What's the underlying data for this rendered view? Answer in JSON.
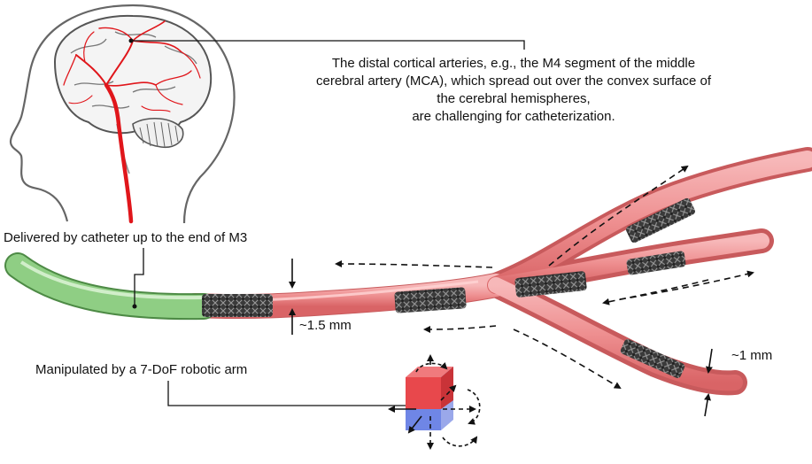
{
  "description": {
    "lines": [
      "The distal cortical arteries, e.g., the M4 segment of the middle",
      "cerebral artery (MCA), which spread out over the convex surface of",
      "the cerebral hemispheres,",
      "are challenging for catheterization."
    ]
  },
  "labels": {
    "catheter": "Delivered by catheter up to the end of M3",
    "robot": "Manipulated by a 7-DoF robotic arm",
    "diameter_m3": "~1.5 mm",
    "diameter_m4": "~1 mm"
  },
  "colors": {
    "vessel": "#ee8f90",
    "vessel_edge": "#c85a5c",
    "artery": "#e0161b",
    "catheter": "#8fce84",
    "stent": "#2e2e2e",
    "cube_top": "#e8484c",
    "cube_bottom": "#6f86e6",
    "outline": "#444444"
  },
  "icons": [
    "head-brain-icon",
    "stent-icon",
    "robot-cube-icon",
    "arrow-icon"
  ]
}
